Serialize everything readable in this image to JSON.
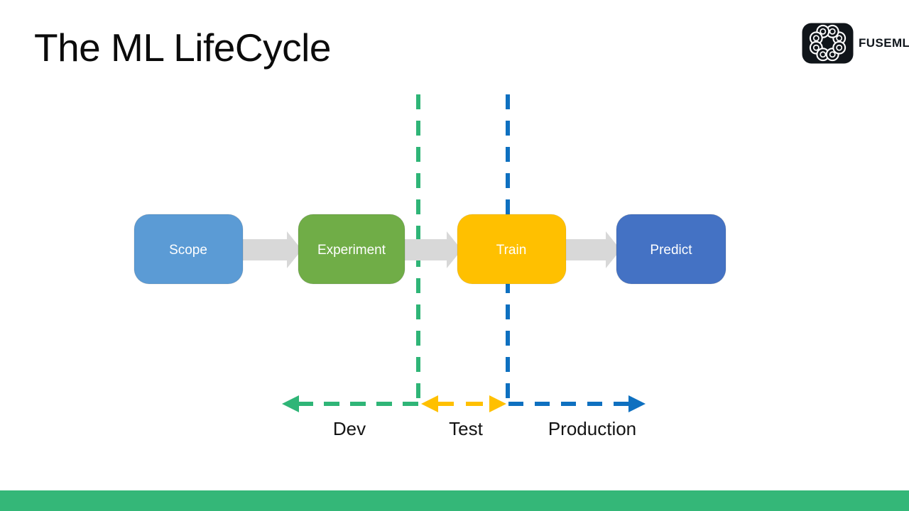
{
  "slide": {
    "title": "The ML LifeCycle",
    "footer_color": "#34B778",
    "background": "#ffffff"
  },
  "logo": {
    "brand": "FUSEML",
    "icon": "bearing-icon",
    "badge_color": "#10151a"
  },
  "pipeline": {
    "stages": [
      {
        "label": "Scope",
        "color": "#5B9BD5"
      },
      {
        "label": "Experiment",
        "color": "#70AD47"
      },
      {
        "label": "Train",
        "color": "#FFC000"
      },
      {
        "label": "Predict",
        "color": "#4472C4"
      }
    ],
    "connector_color": "#D8D8D8",
    "text_color": "#ffffff"
  },
  "phases": {
    "labels": [
      "Dev",
      "Test",
      "Production"
    ],
    "dev_color": "#2FB577",
    "test_color": "#FFC000",
    "production_color": "#0E70C0"
  }
}
